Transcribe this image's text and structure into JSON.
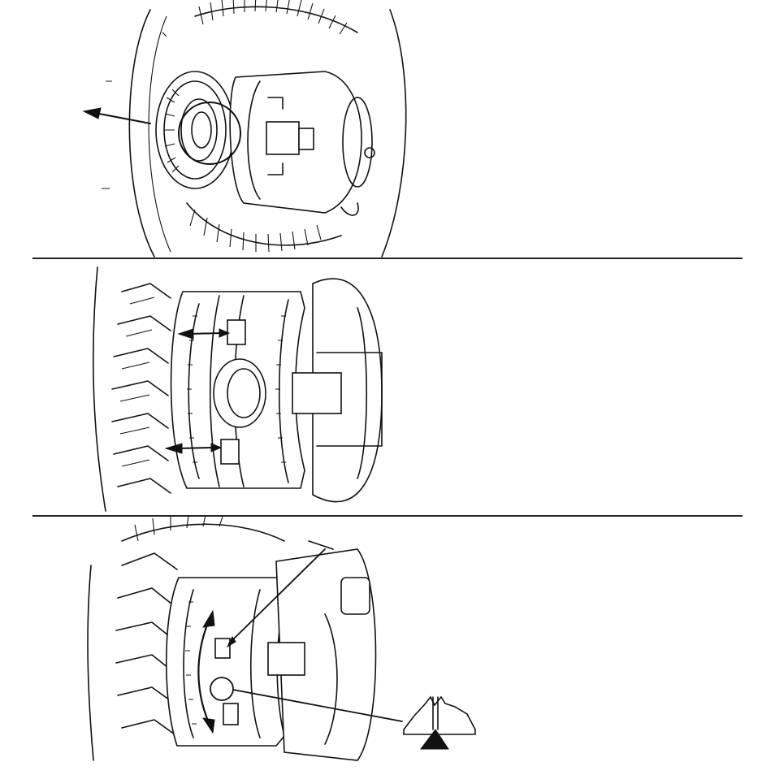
{
  "figure": {
    "panels": [
      {
        "id": "panel-1",
        "subject": "differential-case-side-gear-callout"
      },
      {
        "id": "panel-2",
        "subject": "differential-case-pinion-shaft-slots"
      },
      {
        "id": "panel-3",
        "subject": "differential-case-rotation-alignment-mark"
      }
    ],
    "colors": {
      "line": "#111111",
      "background": "#ffffff"
    }
  }
}
